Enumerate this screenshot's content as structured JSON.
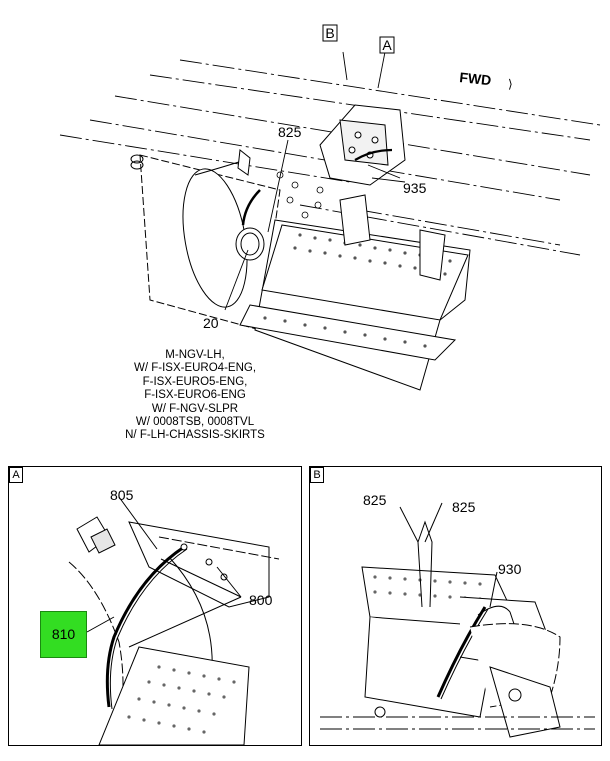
{
  "view_markers": {
    "a": "A",
    "b": "B"
  },
  "fwd_label": "FWD",
  "callouts_main": {
    "c825": "825",
    "c935": "935",
    "c20": "20"
  },
  "applicability_note": [
    "M-NGV-LH,",
    "W/ F-ISX-EURO4-ENG,",
    "F-ISX-EURO5-ENG,",
    "F-ISX-EURO6-ENG",
    "W/ F-NGV-SLPR",
    "W/ 0008TSB, 0008TVL",
    "N/ F-LH-CHASSIS-SKIRTS"
  ],
  "detail_a": {
    "tag": "A",
    "c805": "805",
    "c800": "800",
    "c810": "810"
  },
  "detail_b": {
    "tag": "B",
    "c825_left": "825",
    "c825_right": "825",
    "c930": "930"
  },
  "colors": {
    "highlight": "#33dd22"
  }
}
